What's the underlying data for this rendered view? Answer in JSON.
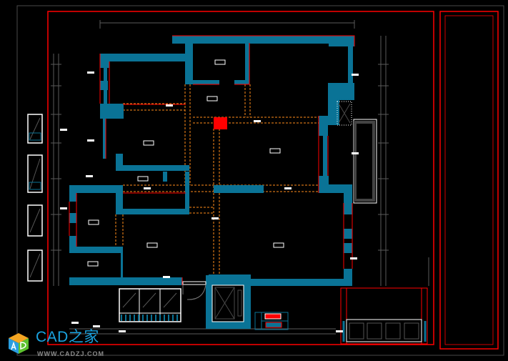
{
  "drawing": {
    "type": "floor-plan",
    "colors": {
      "background": "#000000",
      "wall": "#0a7396",
      "frame": "#ff0000",
      "hidden_line": "#ff8c1a",
      "line": "#ffffff",
      "dim": "#5a5a5a"
    }
  },
  "legend": {
    "items": [
      {
        "swatch": "#ff0000"
      },
      {
        "swatch": "#0a7396"
      }
    ]
  },
  "watermark": {
    "title": "CAD之家",
    "url": "WWW.CADZJ.COM",
    "icon": "cube-logo-icon"
  }
}
